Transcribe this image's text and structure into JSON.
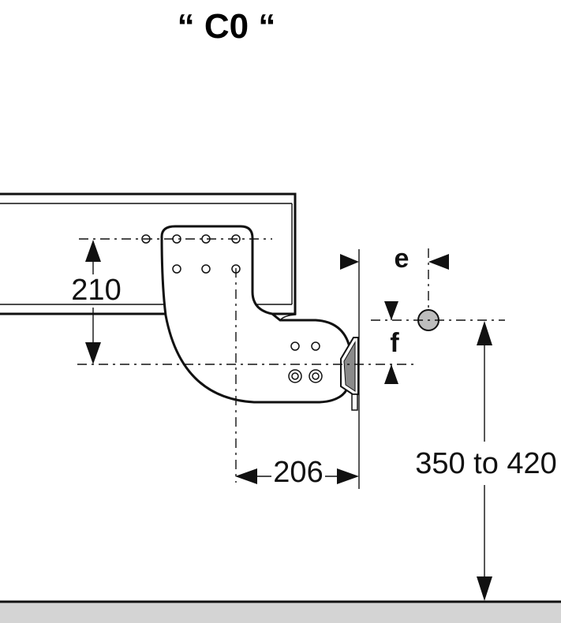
{
  "title": "“ C0 “",
  "dimensions": {
    "height_label": "210",
    "width_label": "206",
    "range_label": "350 to 420",
    "offset_e_label": "e",
    "offset_f_label": "f"
  }
}
